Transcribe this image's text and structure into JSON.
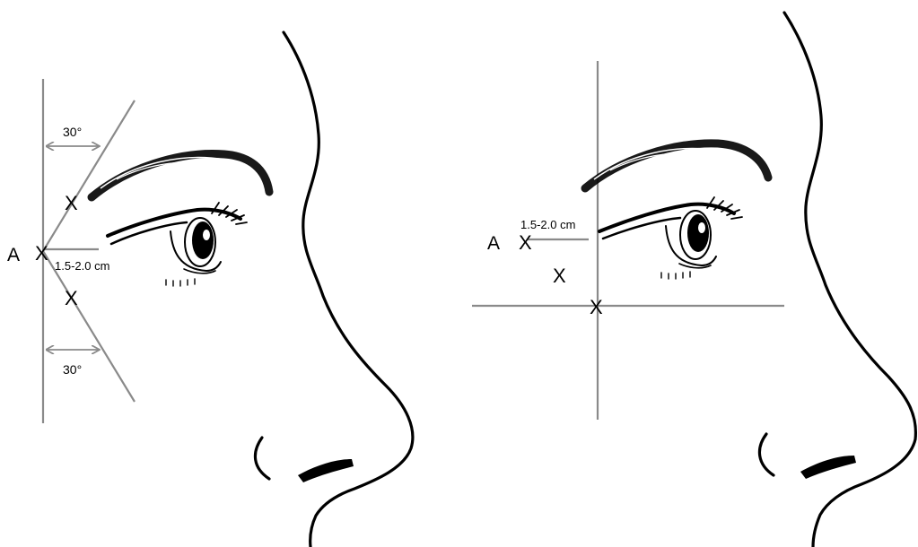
{
  "left_panel": {
    "point_label": "A",
    "marker": "X",
    "angle_top": "30°",
    "angle_bottom": "30°",
    "distance": "1.5-2.0 cm"
  },
  "right_panel": {
    "point_label": "A",
    "marker": "X",
    "distance": "1.5-2.0 cm"
  },
  "colors": {
    "guide_line": "#8a8a8a",
    "outline": "#000000"
  }
}
